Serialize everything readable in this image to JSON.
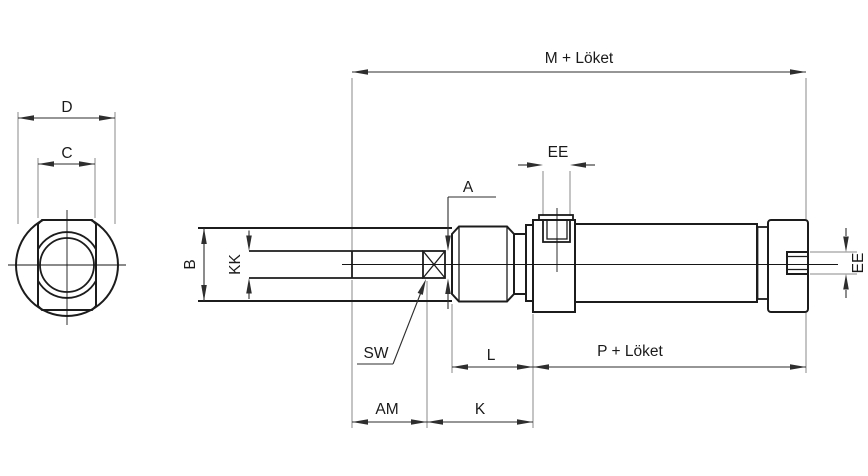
{
  "labels": {
    "d": "D",
    "c": "C",
    "m_plus_stroke": "M + Löket",
    "ee_top": "EE",
    "a": "A",
    "b": "B",
    "kk": "KK",
    "sw": "SW",
    "l": "L",
    "p_plus_stroke": "P + Löket",
    "am": "AM",
    "k": "K",
    "ee_rear": "EE"
  },
  "colors": {
    "background": "#ffffff",
    "outline": "#1c1c1c",
    "dimension_lines": "#2e2e2e",
    "extension_lines": "#8a8a8a",
    "text": "#1a1a1a"
  }
}
